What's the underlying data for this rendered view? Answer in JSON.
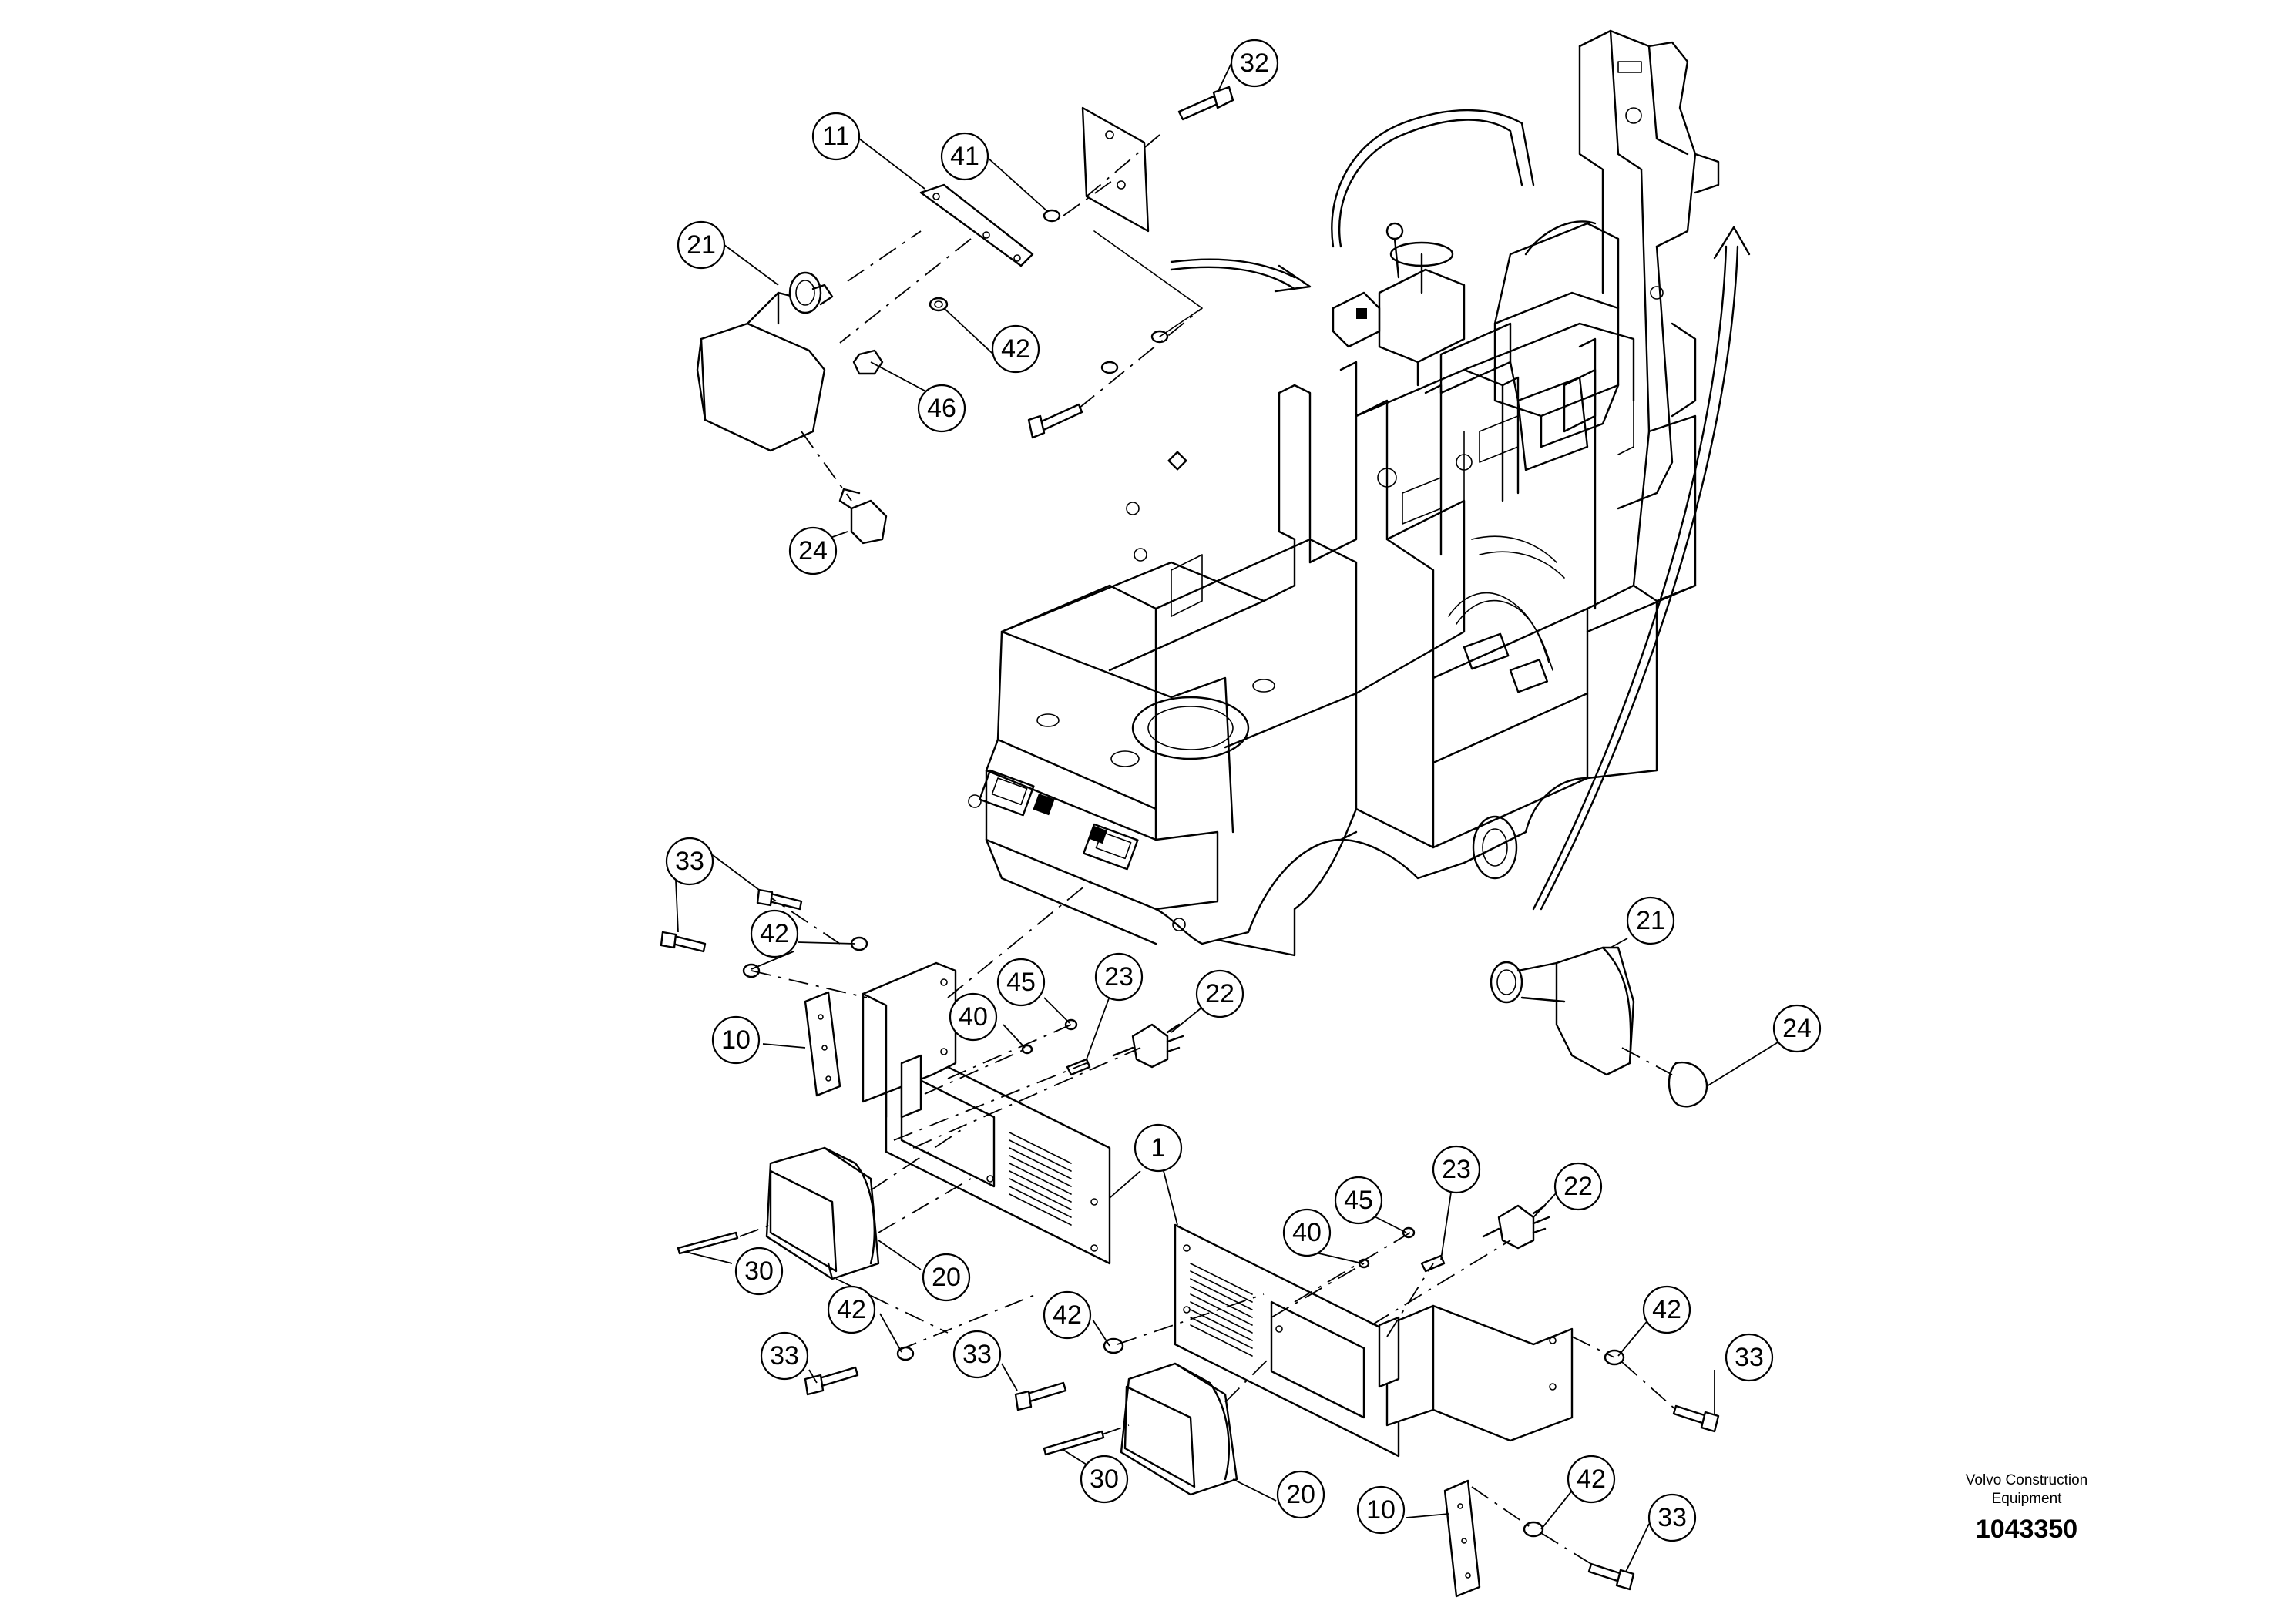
{
  "diagram": {
    "brand_line1": "Volvo Construction",
    "brand_line2": "Equipment",
    "document_number": "1043350",
    "callouts": [
      "32",
      "11",
      "41",
      "21",
      "42",
      "46",
      "24",
      "33",
      "42",
      "45",
      "23",
      "22",
      "40",
      "10",
      "1",
      "21",
      "24",
      "30",
      "20",
      "42",
      "33",
      "42",
      "45",
      "23",
      "22",
      "40",
      "42",
      "33",
      "33",
      "30",
      "20",
      "10",
      "42",
      "33"
    ]
  }
}
